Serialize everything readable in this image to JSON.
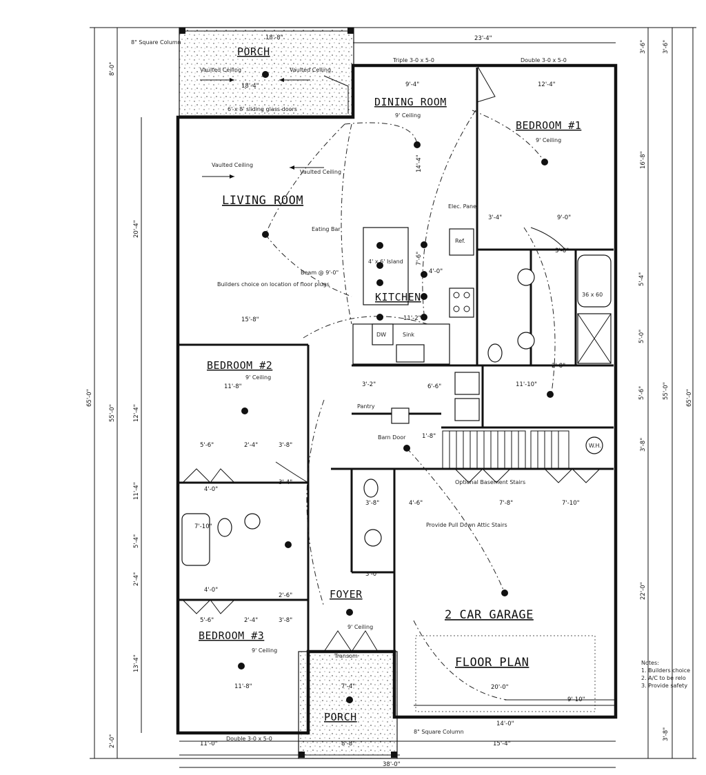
{
  "rooms": {
    "porch_top": "PORCH",
    "dining": "DINING ROOM",
    "bedroom1": "BEDROOM #1",
    "living": "LIVING ROOM",
    "kitchen": "KITCHEN",
    "bedroom2": "BEDROOM #2",
    "foyer": "FOYER",
    "garage": "2 CAR GARAGE",
    "floor_plan": "FLOOR PLAN",
    "bedroom3": "BEDROOM #3",
    "porch_bottom": "PORCH"
  },
  "ceilings": {
    "dining": "9' Ceiling",
    "bedroom1": "9' Ceiling",
    "bedroom2": "9' Ceiling",
    "bedroom3": "9' Ceiling",
    "foyer": "9' Ceiling"
  },
  "notes": {
    "column_top": "8\" Square Column",
    "column_bottom": "8\" Square Column",
    "vaulted_1": "Vaulted Ceiling",
    "vaulted_2": "Vaulted Ceiling",
    "vaulted_3": "Vaulted Ceiling",
    "vaulted_4": "Vaulted Ceiling",
    "sliding_doors": "6' x 8' sliding glass doors",
    "triple": "Triple 3-0 x 5-0",
    "double_top": "Double 3-0 x 5-0",
    "double_bottom": "Double 3-0 x 5-0",
    "eating_bar": "Eating Bar",
    "beam": "Beam @ 9'-0\"",
    "floor_plugs": "Builders choice on location of floor plugs",
    "island": "4' x 6' Island",
    "elec_panel": "Elec. Panel",
    "ref": "Ref.",
    "dw": "DW",
    "sink": "Sink",
    "tub": "36 x 60",
    "pantry": "Pantry",
    "barn_door": "Barn Door",
    "optional_basement": "Optional Basement Stairs",
    "pulldown": "Provide Pull Down Attic Stairs",
    "transom": "Transom",
    "wh": "W.H.",
    "notes_title": "Notes:",
    "note_1": "1. Builders choice",
    "note_2": "2. A/C to be relo",
    "note_3": "3. Provide safety"
  },
  "dims": {
    "top_porch_width": "18'-8\"",
    "top_width": "23'-4\"",
    "porch_inner": "18'-4\"",
    "dining_w": "9'-4\"",
    "bed1_w": "12'-4\"",
    "right_3_6": "3'-6\"",
    "right_3_6b": "3'-6\"",
    "left_8_0": "8'-0\"",
    "left_20_4": "20'-4\"",
    "left_65": "65'-0\"",
    "left_55": "55'-0\"",
    "left_12_4": "12'-4\"",
    "left_11_4": "11'-4\"",
    "left_5_4": "5'-4\"",
    "left_2_4": "2'-4\"",
    "left_13_4": "13'-4\"",
    "left_2_0": "2'-0\"",
    "bed1_h": "16'-8\"",
    "right_55": "55'-0\"",
    "right_65": "65'-0\"",
    "right_22": "22'-0\"",
    "right_3_8": "3'-8\"",
    "kitchen_14_4": "14'-4\"",
    "kit_3_4": "3'-4\"",
    "kit_9_0": "9'-0\"",
    "kit_4_0": "4'-0\"",
    "kit_11_2": "11'-2\"",
    "kit_7_6": "7'-6\"",
    "living_15_8": "15'-8\"",
    "bed2_w": "11'-8\"",
    "bath_11_10": "11'-10\"",
    "pantry_3_2": "3'-2\"",
    "laundry_6_6": "6'-6\"",
    "bath_5_4": "5'-4\"",
    "bath_5_0": "5'-0\"",
    "bath_5_6": "5'-6\"",
    "closet_5_6": "5'-6\"",
    "closet_2_4": "2'-4\"",
    "closet_3_8": "3'-8\"",
    "closet_4_0": "4'-0\"",
    "bath_7_10": "7'-10\"",
    "half_3_8": "3'-8\"",
    "half_4_6": "4'-6\"",
    "stairs_7_8": "7'-8\"",
    "stairs_7_10": "7'-10\"",
    "garage_20": "20'-0\"",
    "garage_9_10": "9'-10\"",
    "garage_14": "14'-0\"",
    "bed3_w": "11'-8\"",
    "closet2_5_6": "5'-6\"",
    "closet2_2_4": "2'-4\"",
    "closet2_3_8": "3'-8\"",
    "closet2_4_0": "4'-0\"",
    "porch2_w": "7'-4\"",
    "porch2_8_8": "8'-8\"",
    "bottom_11_0": "11'-0\"",
    "bottom_15_4": "15'-4\"",
    "bottom_38": "38'-0\"",
    "bottom_right_3_8": "3'-8\"",
    "misc_3_6": "3'-6\"",
    "misc_2_8": "2'-8\"",
    "misc_3_0": "3'-0\"",
    "misc_2_6": "2'-6\"",
    "misc_3_4": "3'-4\"",
    "misc_1_8": "1'-8\""
  }
}
